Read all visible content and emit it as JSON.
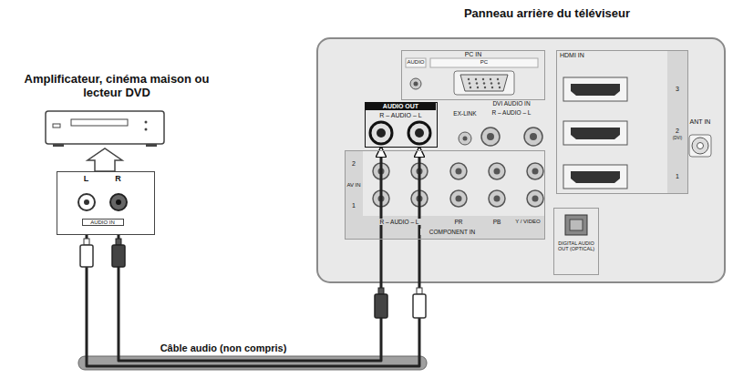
{
  "diagram": {
    "nodes": [
      {
        "text": [
          "Panneau arrière du téléviseur"
        ]
      },
      {
        "text": [
          "PC IN",
          "AUDIO",
          "PC"
        ],
        "in": 0
      },
      {
        "text": [
          "HDMI IN",
          "3",
          "2",
          "(DVI)",
          "1"
        ],
        "in": 0
      },
      {
        "text": [
          "AUDIO OUT",
          "R – AUDIO – L"
        ],
        "in": 0
      },
      {
        "text": [
          "2",
          "AV IN",
          "1",
          "R – AUDIO – L",
          "PR",
          "PB",
          "Y / VIDEO",
          "COMPONENT IN"
        ],
        "in": 0
      },
      {
        "text": [
          "DIGITAL AUDIO OUT (OPTICAL)"
        ],
        "in": 0
      },
      {
        "text": [
          "Amplificateur, cinéma maison ou lecteur DVD"
        ]
      },
      {
        "text": [
          "L",
          "R",
          "AUDIO IN"
        ],
        "in": 6
      }
    ],
    "edges": [
      {
        "from": 7,
        "to": 3,
        "label": "Câble audio (non compris)",
        "arrow": "to"
      },
      {
        "from": 7,
        "to": 3,
        "arrow": "to"
      }
    ],
    "labels": [
      "EX-LINK",
      "DVI AUDIO IN",
      "R – AUDIO – L",
      "ANT IN"
    ]
  }
}
